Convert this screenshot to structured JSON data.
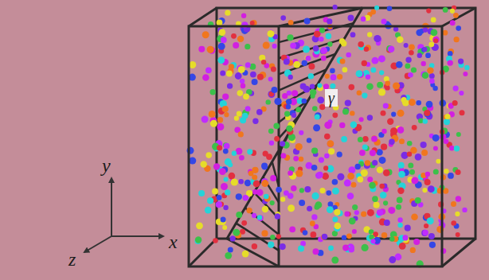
{
  "diagram": {
    "labels": [
      "γ",
      "y",
      "x",
      "z"
    ]
  }
}
